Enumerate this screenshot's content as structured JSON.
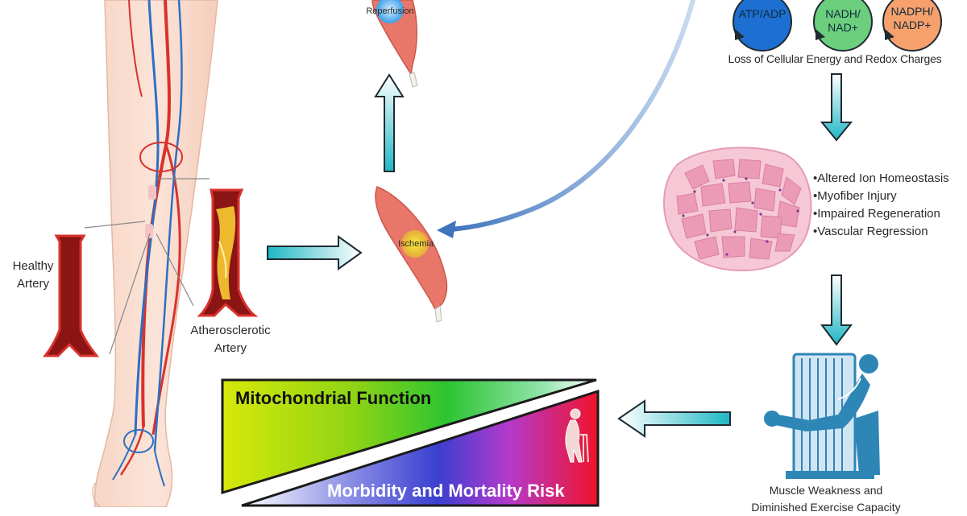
{
  "labels": {
    "reperfusion": "Reperfusion",
    "ischemia": "Ischemia",
    "healthy_artery_line1": "Healthy",
    "healthy_artery_line2": "Artery",
    "athero_line1": "Atherosclerotic",
    "athero_line2": "Artery",
    "energy_caption": "Loss of Cellular Energy and Redox Charges",
    "weakness_line1": "Muscle Weakness and",
    "weakness_line2": "Diminished Exercise Capacity"
  },
  "energy_circles": [
    {
      "line1": "ATP/ADP",
      "line2": "",
      "color": "#1d6fd1"
    },
    {
      "line1": "NADH/",
      "line2": "NAD+",
      "color": "#6ccf7e"
    },
    {
      "line1": "NADPH/",
      "line2": "NADP+",
      "color": "#f6a06c"
    }
  ],
  "effects": [
    "•Altered Ion Homeostasis",
    "•Myofiber Injury",
    "•Impaired Regeneration",
    "•Vascular Regression"
  ],
  "triangle": {
    "top_label": "Mitochondrial Function",
    "bottom_label": "Morbidity and Mortality Risk"
  },
  "colors": {
    "arrow_teal": "#1fb7c4",
    "artery_red": "#8b1414",
    "plaque_yellow": "#f2c230",
    "muscle": "#e8776a",
    "curve_blue": "#4a7fc0",
    "machine_blue": "#2e86b6"
  }
}
